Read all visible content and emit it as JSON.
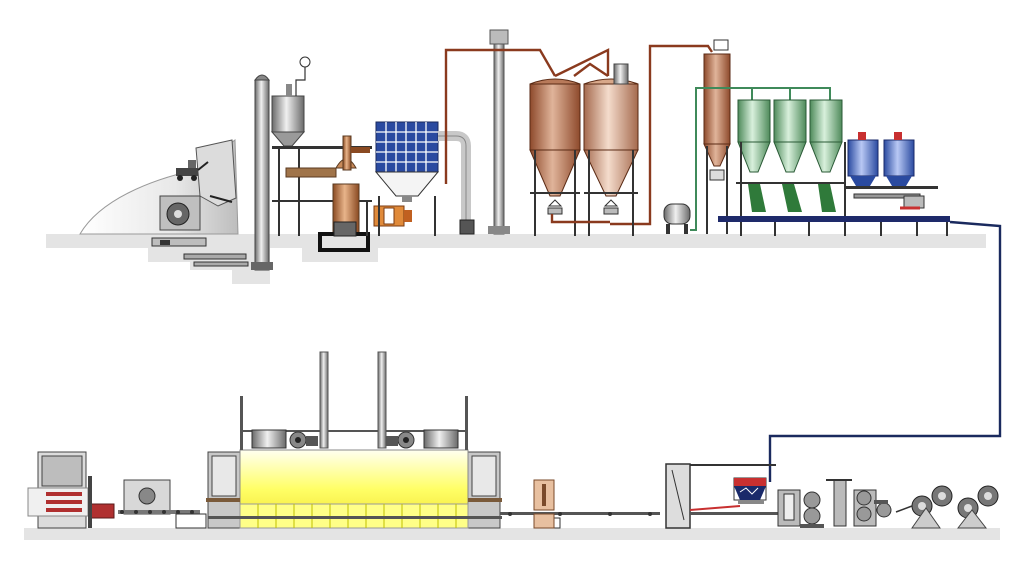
{
  "diagram": {
    "type": "process-flow",
    "labels": [],
    "colors": {
      "background": "#ffffff",
      "ground": "#e4e4e4",
      "pipe_brown": "#8a3a1e",
      "pipe_green": "#3f8a5a",
      "pipe_navy": "#1a2a5e",
      "silo_brown": "#b87a5a",
      "silo_green": "#8ec49a",
      "silo_blue": "#5a78c8",
      "oven_yellow": "#ffff55",
      "steel_gray": "#9a9a9a",
      "dark_blue_platform": "#1e2a6a",
      "mill_orange": "#c8824a"
    },
    "stages": [
      {
        "id": "raw-material-pile",
        "row": "top"
      },
      {
        "id": "bucket-elevator",
        "row": "top"
      },
      {
        "id": "grinding-mill",
        "row": "top"
      },
      {
        "id": "bag-filter",
        "row": "top"
      },
      {
        "id": "exhaust-stack",
        "row": "top"
      },
      {
        "id": "storage-silos",
        "row": "top"
      },
      {
        "id": "metering-tower",
        "row": "top"
      },
      {
        "id": "additive-silos",
        "row": "top"
      },
      {
        "id": "mixers",
        "row": "top"
      },
      {
        "id": "forming-machine",
        "row": "bottom"
      },
      {
        "id": "cutter",
        "row": "bottom"
      },
      {
        "id": "dryer-oven",
        "row": "bottom"
      },
      {
        "id": "cutting-unit",
        "row": "bottom"
      },
      {
        "id": "stacker",
        "row": "bottom"
      },
      {
        "id": "packaging",
        "row": "bottom"
      }
    ]
  }
}
